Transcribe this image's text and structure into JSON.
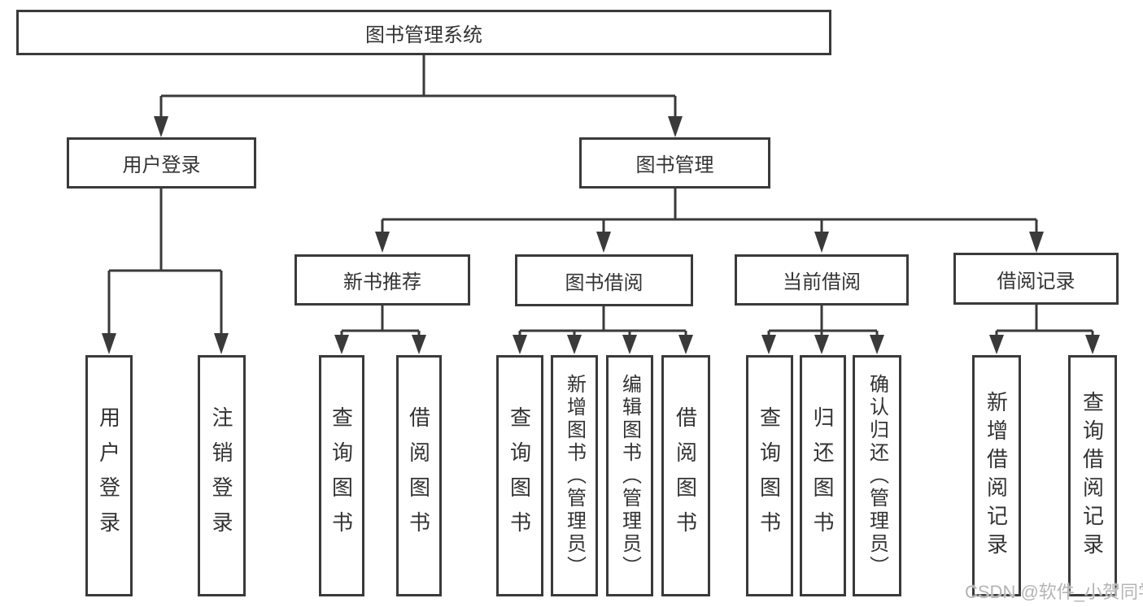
{
  "tree": {
    "label": "图书管理系统",
    "children": [
      {
        "label": "用户登录",
        "children": [
          {
            "label": "用户登录"
          },
          {
            "label": "注销登录"
          }
        ]
      },
      {
        "label": "图书管理",
        "children": [
          {
            "label": "新书推荐",
            "children": [
              {
                "label": "查询图书"
              },
              {
                "label": "借阅图书"
              }
            ]
          },
          {
            "label": "图书借阅",
            "children": [
              {
                "label": "查询图书"
              },
              {
                "label": "新增图书（管理员）"
              },
              {
                "label": "编辑图书（管理员）"
              },
              {
                "label": "借阅图书"
              }
            ]
          },
          {
            "label": "当前借阅",
            "children": [
              {
                "label": "查询图书"
              },
              {
                "label": "归还图书"
              },
              {
                "label": "确认归还（管理员）"
              }
            ]
          },
          {
            "label": "借阅记录",
            "children": [
              {
                "label": "新增借阅记录"
              },
              {
                "label": "查询借阅记录"
              }
            ]
          }
        ]
      }
    ]
  },
  "watermark": "CSDN @软件_小贺同学",
  "colors": {
    "line": "#3a3a3a",
    "text": "#333333",
    "background": "#ffffff",
    "watermark": "#b4b4b4"
  }
}
